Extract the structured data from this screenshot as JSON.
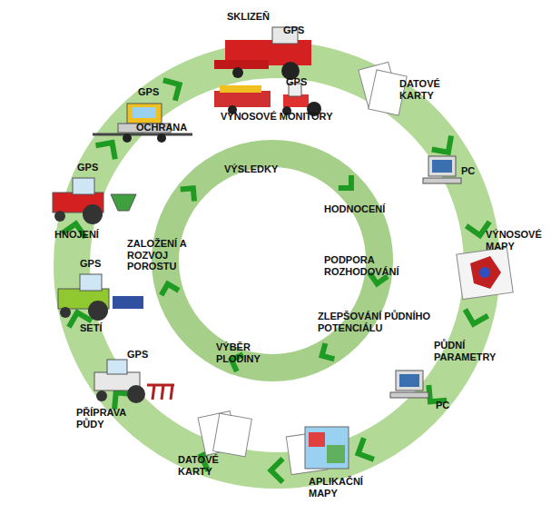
{
  "diagram": {
    "labels": [
      "SKLIZEŇ",
      "GPS",
      "GPS",
      "GPS",
      "VÝNOSOVÉ MONITORY",
      "OCHRANA",
      "DATOVÉ KARTY",
      "PC",
      "VÝNOSOVÉ MAPY",
      "PŮDNÍ PARAMETRY",
      "PC",
      "APLIKAČNÍ MAPY",
      "DATOVÉ KARTY",
      "PŘÍPRAVA PŮDY",
      "GPS",
      "SETÍ",
      "GPS",
      "HNOJENÍ",
      "GPS",
      "VÝSLEDKY",
      "ZALOŽENÍ A ROZVOJ POROSTU",
      "HODNOCENÍ",
      "PODPORA ROZHODOVÁNÍ",
      "ZLEPŠOVÁNÍ PŮDNÍHO POTENCIÁLU",
      "VÝBĚR PLODINY"
    ]
  }
}
